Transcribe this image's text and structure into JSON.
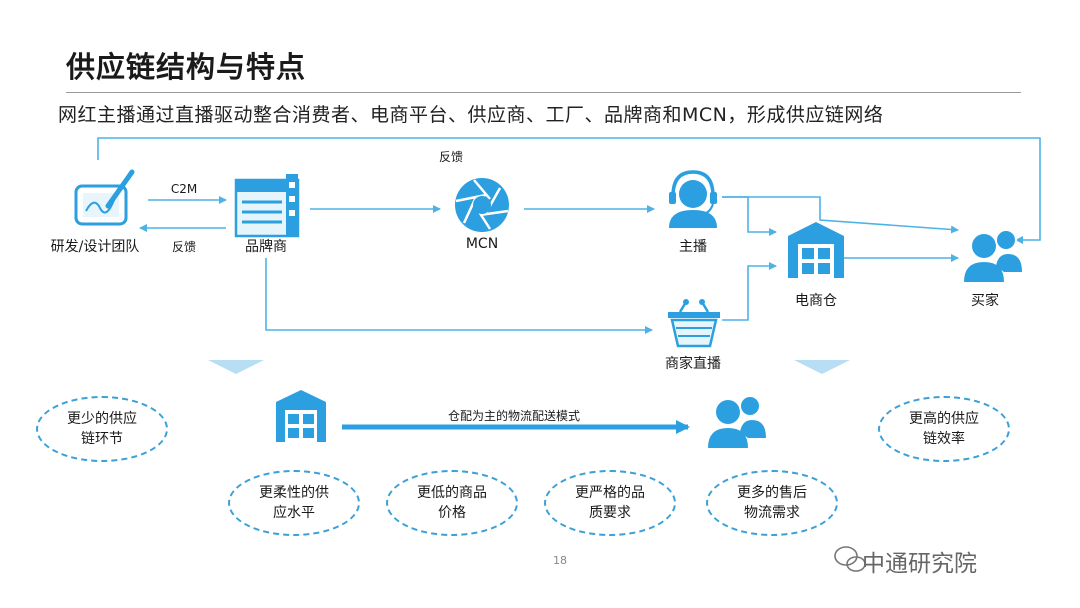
{
  "title": "供应链结构与特点",
  "subtitle": "网红主播通过直播驱动整合消费者、电商平台、供应商、工厂、品牌商和MCN，形成供应链网络",
  "nodes": {
    "rd_team": "研发/设计团队",
    "brand": "品牌商",
    "mcn": "MCN",
    "anchor": "主播",
    "merchant_live": "商家直播",
    "warehouse": "电商仓",
    "buyer": "买家"
  },
  "edge_labels": {
    "c2m": "C2M",
    "feedback_left": "反馈",
    "feedback_top": "反馈",
    "logistics_mode": "仓配为主的物流配送模式"
  },
  "features": {
    "fewer_links": "更少的供应链环节",
    "flexible": "更柔性的供应水平",
    "lower_price": "更低的商品价格",
    "stricter_quality": "更严格的品质要求",
    "more_after_sales": "更多的售后物流需求",
    "higher_efficiency": "更高的供应链效率"
  },
  "page_number": "18",
  "watermark": "中通研究院",
  "colors": {
    "accent": "#3aa0d8",
    "line": "#4db3e6",
    "icon": "#2b9fe0",
    "light": "#b8def3"
  }
}
